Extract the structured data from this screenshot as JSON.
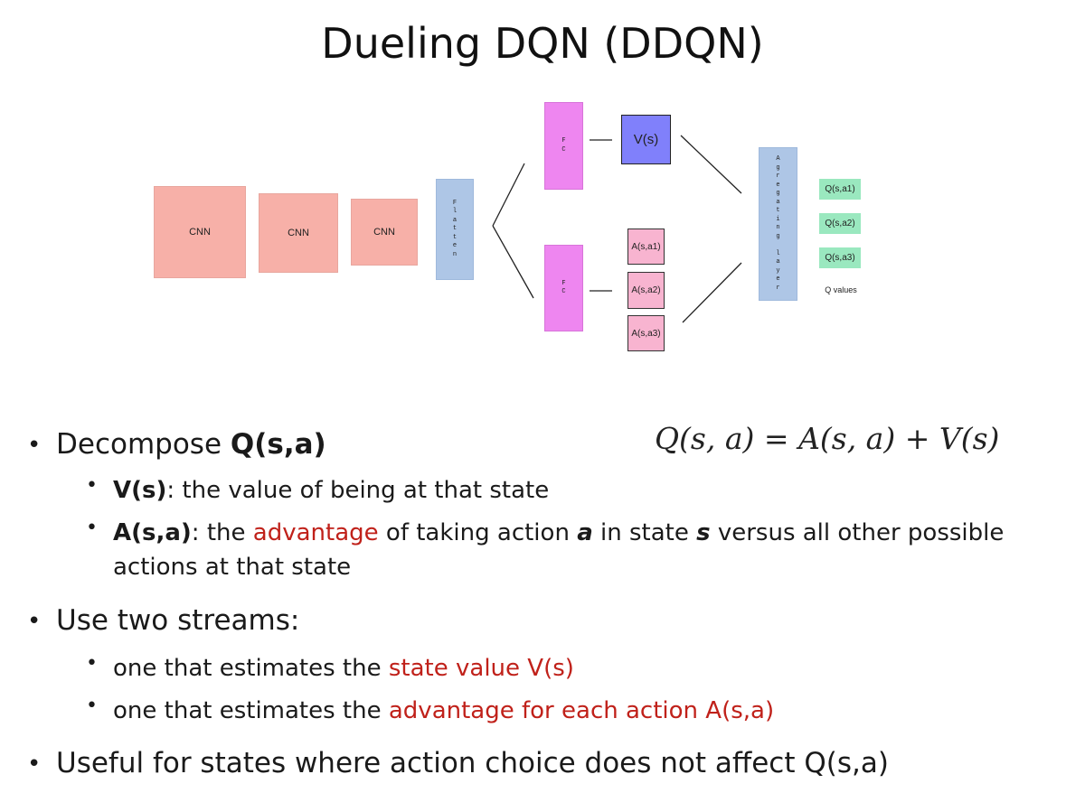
{
  "title": "Dueling DQN (DDQN)",
  "diagram": {
    "cnn_labels": [
      "CNN",
      "CNN",
      "CNN"
    ],
    "flatten_label": "Flatten",
    "fc_labels": [
      "FC",
      "FC"
    ],
    "value_label": "V(s)",
    "advantage_labels": [
      "A(s,a1)",
      "A(s,a2)",
      "A(s,a3)"
    ],
    "aggregating_label": "Agregating layer",
    "q_labels": [
      "Q(s,a1)",
      "Q(s,a2)",
      "Q(s,a3)"
    ],
    "q_values_caption": "Q values"
  },
  "bullets": {
    "b1_prefix": "Decompose ",
    "b1_bold": "Q(s,a)",
    "b1_1_bold": "V(s)",
    "b1_1_text": ": the value of being at that state",
    "b1_2_bold": "A(s,a)",
    "b1_2_text1": ": the ",
    "b1_2_red": "advantage",
    "b1_2_text2": " of taking action ",
    "b1_2_a": "a",
    "b1_2_text3": " in state ",
    "b1_2_s": "s",
    "b1_2_text4": " versus all other possible",
    "b1_2_text5": "actions at that state",
    "b2_text": "Use two streams:",
    "b2_1_text": "one that estimates the ",
    "b2_1_red": "state value V(s)",
    "b2_2_text": "one that estimates the ",
    "b2_2_red": "advantage for each action A(s,a)",
    "b3_text": "Useful for states where action choice does not affect Q(s,a)"
  },
  "formula": {
    "lhs": "Q(s, a)",
    "eq": "=",
    "t1": "A(s, a)",
    "plus": "+",
    "t2": "V(s)"
  },
  "colors": {
    "cnn": "#f7b0a8",
    "flatten": "#aec6e6",
    "fc": "#ee86f0",
    "value": "#8080fb",
    "advantage": "#f8b4d0",
    "q": "#9ae8bf",
    "highlight": "#c0211a"
  }
}
